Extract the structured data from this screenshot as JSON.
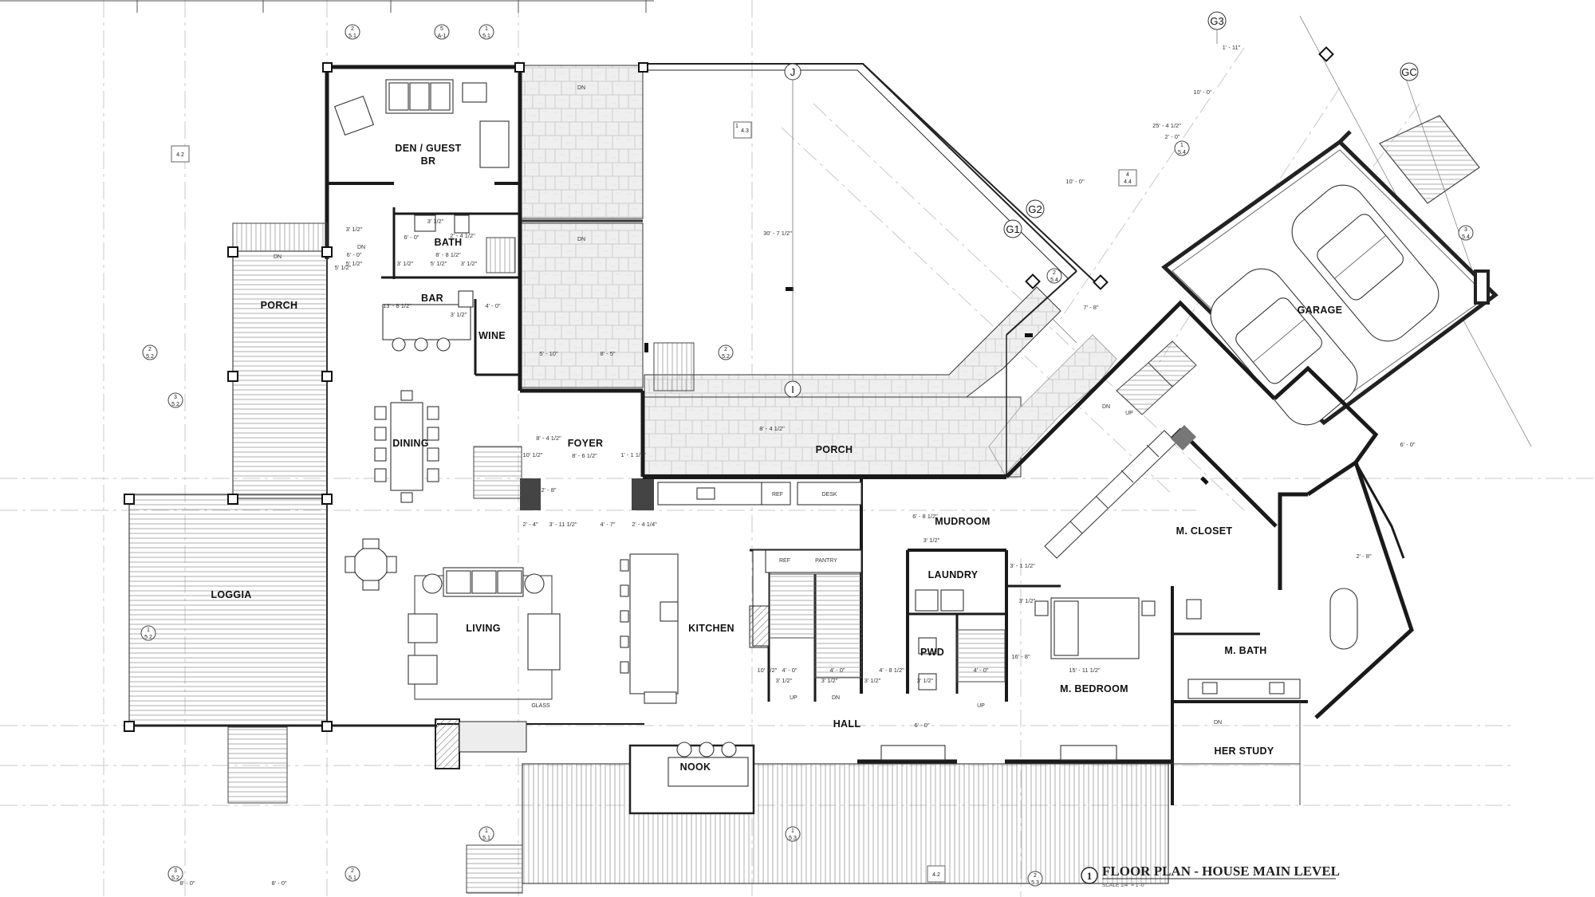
{
  "title": {
    "number": "1",
    "text": "FLOOR PLAN - HOUSE  MAIN LEVEL",
    "scale": "SCALE    1/4\" = 1'-0\""
  },
  "rooms": {
    "den": "DEN / GUEST",
    "den_br": "BR",
    "bath": "BATH",
    "bar": "BAR",
    "wine": "WINE",
    "porch_west": "PORCH",
    "dining": "DINING",
    "foyer": "FOYER",
    "porch_center": "PORCH",
    "garage": "GARAGE",
    "loggia": "LOGGIA",
    "living": "LIVING",
    "kitchen": "KITCHEN",
    "mudroom": "MUDROOM",
    "laundry": "LAUNDRY",
    "pwd": "PWD",
    "m_closet": "M. CLOSET",
    "m_bath": "M. BATH",
    "m_bedroom": "M. BEDROOM",
    "hall": "HALL",
    "nook": "NOOK",
    "her_study": "HER STUDY"
  },
  "grid_labels": {
    "g3": "G3",
    "gc": "GC",
    "g2": "G2",
    "g1": "G1",
    "j": "J",
    "i": "I"
  },
  "fixtures": {
    "ref": "REF",
    "desk": "DESK",
    "ref2": "REF",
    "pantry": "PANTRY",
    "glass": "GLASS"
  },
  "stair_notes": {
    "dn_porch": "DN",
    "dn_patio1": "DN",
    "dn_patio2": "DN",
    "dn_den": "DN",
    "up_stair1": "UP",
    "dn_stair1": "DN",
    "up_stair2": "UP",
    "dn_garage": "DN",
    "up_garage": "UP",
    "dn_study": "DN"
  },
  "dimensions": {
    "d_den1": "3' 1/2\"",
    "d_den2": "6' - 0\"",
    "d_den3": "5' 1/2\"",
    "d_bath1": "3' 1/2\"",
    "d_bath2": "8' - 8 1/2\"",
    "d_bath3": "5' 1/2\"",
    "d_bath4": "3' 1/2\"",
    "d_bath5": "3' 1/2\"",
    "d_bath6": "6' - 0\"",
    "d_bath7": "2' - 4 1/2\"",
    "d_bar1": "13' - 8 1/2\"",
    "d_bar2": "3' 1/2\"",
    "d_bar3": "4' - 0\"",
    "d_patio1": "5' - 10\"",
    "d_patio2": "8' - 5\"",
    "d_foyer1": "10' 1/2\"",
    "d_foyer2": "8' - 4 1/2\"",
    "d_foyer3": "8' - 6 1/2\"",
    "d_foyer4": "1' - 1 1/2\"",
    "d_foyer5": "2' - 8\"",
    "d_court1": "30' - 7 1/2\"",
    "d_porch1": "8' - 4 1/2\"",
    "d_bot1": "2' - 4\"",
    "d_bot2": "3' - 11 1/2\"",
    "d_bot3": "4' - 7\"",
    "d_bot4": "2' - 4 1/4\"",
    "d_mud1": "6' - 8 1/2\"",
    "d_mud2": "3' 1/2\"",
    "d_laun1": "3' - 1 1/2\"",
    "d_stair1": "4' - 0\"",
    "d_stair2": "4' - 0\"",
    "d_stair3": "3' 1/2\"",
    "d_stair4": "3' 1/2\"",
    "d_stair5": "3' 1/2\"",
    "d_stair6": "10' 1/2\"",
    "d_pwd1": "4' - 8 1/2\"",
    "d_pwd2": "4' - 0\"",
    "d_pwd3": "3' 1/2\"",
    "d_pwd4": "6' - 0\"",
    "d_bed1": "15' - 11 1/2\"",
    "d_bed2": "16' - 8\"",
    "d_bed3": "3' 1/2\"",
    "d_gar1": "25' - 4 1/2\"",
    "d_gar2": "10' - 0\"",
    "d_gar3": "2' - 0\"",
    "d_gar4": "10' - 0\"",
    "d_gar5": "7' - 8\"",
    "d_ext1": "5' 1/2\"",
    "d_ext2": "8' - 0\"",
    "d_ext3": "8' - 0\"",
    "d_ext4": "1' - 11\"",
    "d_mc1": "2' - 8\"",
    "d_mc2": "6' - 0\""
  },
  "section_tags": {
    "t1": {
      "num": "2",
      "sheet": "5.1"
    },
    "t2": {
      "num": "5",
      "sheet": "A-1"
    },
    "t3": {
      "num": "1",
      "sheet": "5.1"
    },
    "t4": {
      "num": "",
      "sheet": "4.2"
    },
    "t5": {
      "num": "1",
      "sheet": "4.3"
    },
    "t6": {
      "num": "2",
      "sheet": "5.2"
    },
    "t7": {
      "num": "3",
      "sheet": "5.2"
    },
    "t8": {
      "num": "2",
      "sheet": "5.2"
    },
    "t9": {
      "num": "1",
      "sheet": "5.2"
    },
    "t10": {
      "num": "1",
      "sheet": "5.4"
    },
    "t11": {
      "num": "4",
      "sheet": "4.4"
    },
    "t12": {
      "num": "3",
      "sheet": "5.4"
    },
    "t13": {
      "num": "2",
      "sheet": "5.4"
    },
    "t14": {
      "num": "1",
      "sheet": "5.1"
    },
    "t15": {
      "num": "1",
      "sheet": "5.3"
    },
    "t16": {
      "num": "3",
      "sheet": "5.2"
    },
    "t17": {
      "num": "2",
      "sheet": "5.1"
    },
    "t18": {
      "num": "",
      "sheet": "4.2"
    },
    "t19": {
      "num": "2",
      "sheet": "5.3"
    }
  }
}
